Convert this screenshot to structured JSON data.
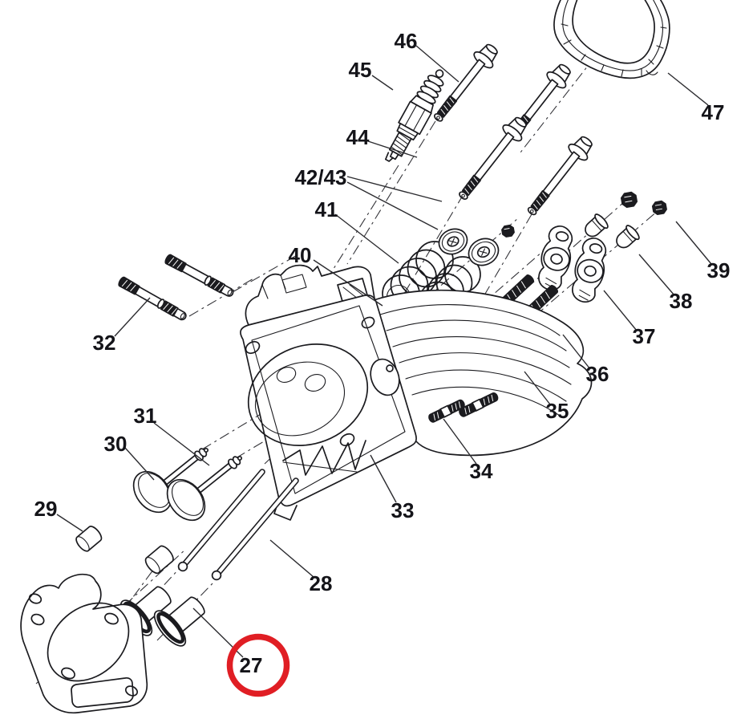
{
  "figure": {
    "type": "exploded-parts-diagram",
    "subject": "engine-cylinder-head-assembly",
    "background_color": "#ffffff",
    "line_color": "#1b1b1f",
    "highlight": {
      "part": "27",
      "shape": "circle",
      "color": "#e01e24"
    },
    "callouts": [
      {
        "label": "27",
        "highlighted": true
      },
      {
        "label": "28"
      },
      {
        "label": "29"
      },
      {
        "label": "30"
      },
      {
        "label": "31"
      },
      {
        "label": "32"
      },
      {
        "label": "33"
      },
      {
        "label": "34"
      },
      {
        "label": "35"
      },
      {
        "label": "36"
      },
      {
        "label": "37"
      },
      {
        "label": "38"
      },
      {
        "label": "39"
      },
      {
        "label": "40"
      },
      {
        "label": "41"
      },
      {
        "label": "42/43"
      },
      {
        "label": "44"
      },
      {
        "label": "45"
      },
      {
        "label": "46"
      },
      {
        "label": "47"
      }
    ]
  }
}
